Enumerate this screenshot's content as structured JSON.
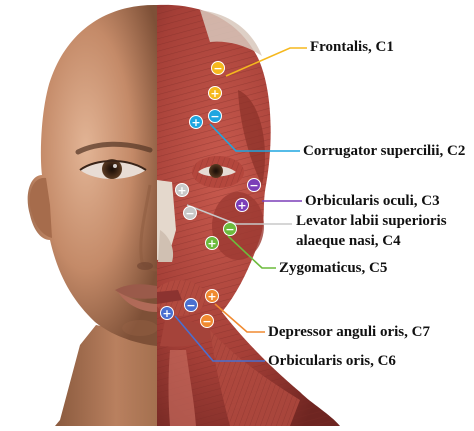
{
  "labels": {
    "c1": "Frontalis, C1",
    "c2": "Corrugator supercilii, C2",
    "c3": "Orbicularis oculi, C3",
    "c4_line1": "Levator labii superioris",
    "c4_line2": "alaeque nasi, C4",
    "c5": "Zygomaticus, C5",
    "c7": "Depressor anguli oris, C7",
    "c6": "Orbicularis oris, C6"
  },
  "colors": {
    "frontalis": "#F5B81E",
    "corrugator": "#1FA5E0",
    "orbicularis_oculi": "#7B3FB8",
    "levator_labii": "#C8C8C8",
    "zygomaticus": "#6CBB3C",
    "depressor_anguli_oris": "#F08A30",
    "orbicularis_oris": "#4A6FD0"
  },
  "electrode_signs": {
    "positive": "+",
    "negative": "−"
  }
}
